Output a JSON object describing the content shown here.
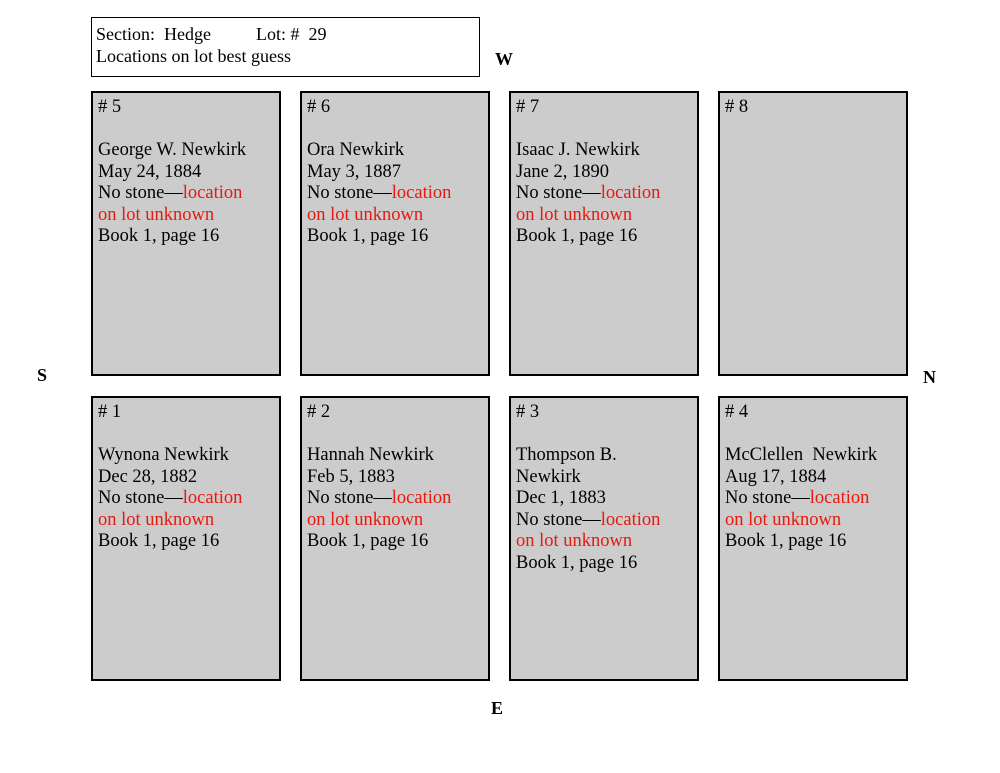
{
  "header": {
    "section_text": "Section:  Hedge          Lot: #  29",
    "subtitle": "Locations on lot best guess"
  },
  "compass": {
    "west": "W",
    "south": "S",
    "north": "N",
    "east": "E"
  },
  "colors": {
    "plot_fill": "#cccccc",
    "accent_red": "#e8190f"
  },
  "plots": {
    "p5": {
      "number": "# 5",
      "name_lines": [
        "George W. Newkirk"
      ],
      "date": "May 24, 1884",
      "stone": "No stone—",
      "loc1": "location",
      "loc2": "on lot unknown",
      "book": "Book 1, page 16"
    },
    "p6": {
      "number": "# 6",
      "name_lines": [
        "Ora Newkirk"
      ],
      "date": "May 3, 1887",
      "stone": "No stone—",
      "loc1": "location",
      "loc2": "on lot unknown",
      "book": "Book 1, page 16"
    },
    "p7": {
      "number": "# 7",
      "name_lines": [
        "Isaac J. Newkirk"
      ],
      "date": "Jane 2, 1890",
      "stone": "No stone—",
      "loc1": "location",
      "loc2": "on lot unknown",
      "book": "Book 1, page 16"
    },
    "p8": {
      "number": "# 8"
    },
    "p1": {
      "number": "# 1",
      "name_lines": [
        "Wynona Newkirk"
      ],
      "date": "Dec 28, 1882",
      "stone": "No stone—",
      "loc1": "location",
      "loc2": "on lot unknown",
      "book": "Book 1, page 16"
    },
    "p2": {
      "number": "# 2",
      "name_lines": [
        "Hannah Newkirk"
      ],
      "date": "Feb 5, 1883",
      "stone": "No stone—",
      "loc1": "location",
      "loc2": "on lot unknown",
      "book": "Book 1, page 16"
    },
    "p3": {
      "number": "# 3",
      "name_lines": [
        "Thompson B.",
        "Newkirk"
      ],
      "date": "Dec 1, 1883",
      "stone": "No stone—",
      "loc1": "location",
      "loc2": "on lot unknown",
      "book": "Book 1, page 16"
    },
    "p4": {
      "number": "# 4",
      "name_lines": [
        "McClellen  Newkirk"
      ],
      "date": "Aug 17, 1884",
      "stone": "No stone—",
      "loc1": "location",
      "loc2": "on lot unknown",
      "book": "Book 1, page 16"
    }
  }
}
